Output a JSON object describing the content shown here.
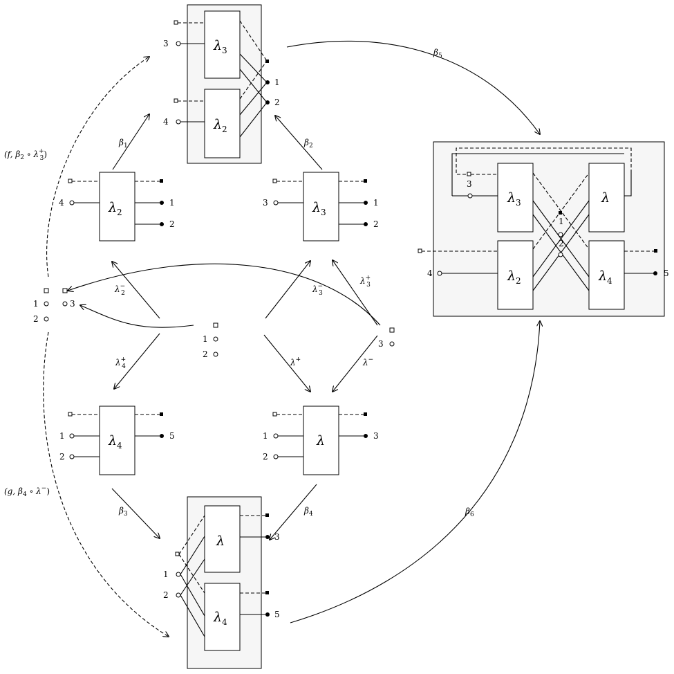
{
  "lambda_symbol": "λ",
  "lambda_2": "λ",
  "lambda_3": "λ",
  "lambda_4": "λ",
  "sub_2": "2",
  "sub_3": "3",
  "sub_4": "4",
  "sub_5": "5",
  "sub_6": "6",
  "sub_1": "1",
  "plus": "+",
  "minus": "−",
  "beta": "β",
  "port_1": "1",
  "port_2": "2",
  "port_3": "3",
  "port_4": "4",
  "port_5": "5",
  "label_f_pre": "(f, β",
  "label_f_mid": " ∘ λ",
  "label_close": ")",
  "label_g_pre": "(g, β",
  "label_g_mid": " ∘ λ"
}
